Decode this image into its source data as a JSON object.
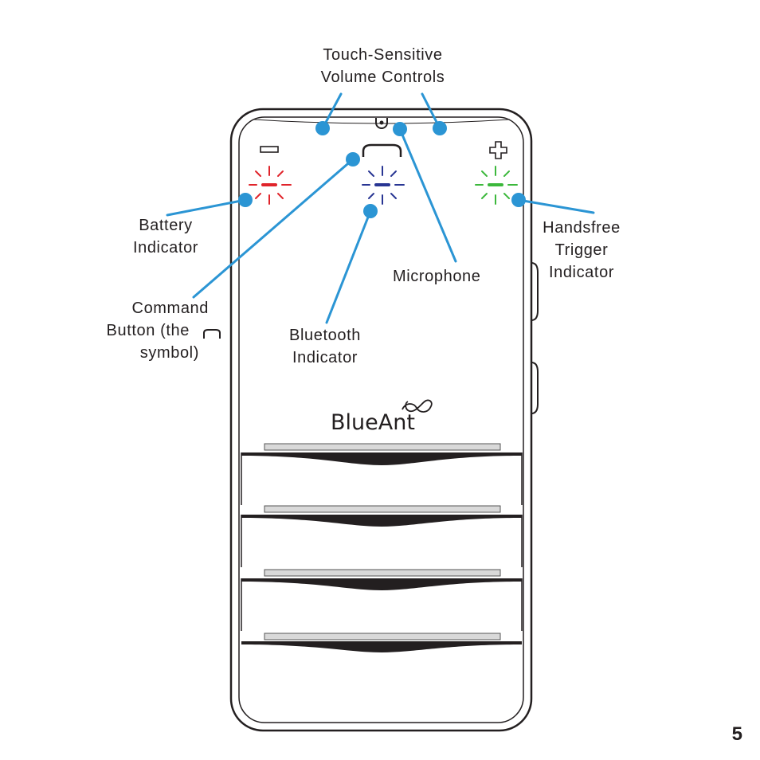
{
  "brand": {
    "name": "BlueAnt"
  },
  "callouts": {
    "volume": {
      "lines": [
        "Touch-Sensitive",
        "Volume Controls"
      ]
    },
    "battery": {
      "lines": [
        "Battery",
        "Indicator"
      ]
    },
    "command": {
      "lines": [
        "Command",
        "Button (the",
        "symbol)"
      ]
    },
    "bluetooth": {
      "lines": [
        "Bluetooth",
        "Indicator"
      ]
    },
    "microphone": {
      "lines": [
        "Microphone"
      ]
    },
    "handsfree": {
      "lines": [
        "Handsfree",
        "Trigger",
        "Indicator"
      ]
    }
  },
  "page_number": "5",
  "colors": {
    "callout_line": "#2b95d4",
    "callout_dot": "#2b95d4",
    "battery_led": "#e0242b",
    "bluetooth_led": "#283593",
    "handsfree_led": "#3cb83c",
    "outline": "#231f20"
  },
  "icons": {
    "minus": "minus-icon",
    "plus": "plus-icon",
    "phone": "phone-handset-icon",
    "logo_mark": "infinity-logo-icon"
  }
}
